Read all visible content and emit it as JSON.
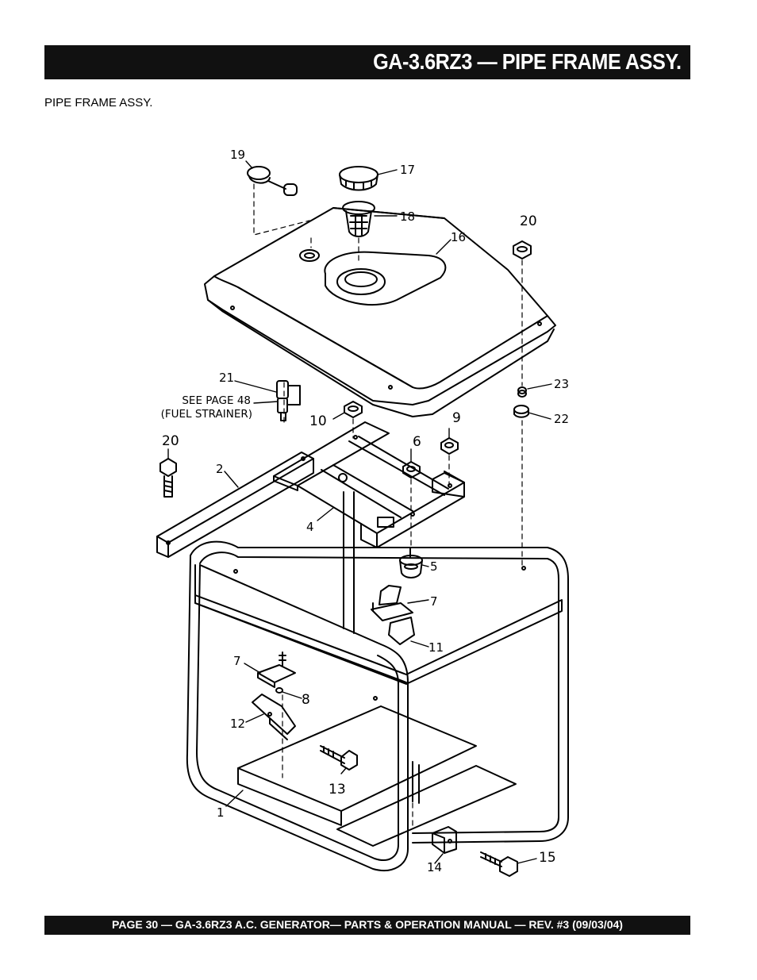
{
  "header": {
    "title": "GA-3.6RZ3 — PIPE FRAME ASSY."
  },
  "subtitle": "PIPE FRAME ASSY.",
  "footer": {
    "text": "PAGE 30 — GA-3.6RZ3 A.C. GENERATOR— PARTS & OPERATION MANUAL — REV. #3 (09/03/04)"
  },
  "callouts": {
    "c1": "1",
    "c2": "2",
    "c4": "4",
    "c5": "5",
    "c6": "6",
    "c7a": "7",
    "c7b": "7",
    "c8": "8",
    "c9": "9",
    "c10": "10",
    "c11": "11",
    "c12": "12",
    "c13": "13",
    "c14": "14",
    "c15": "15",
    "c16": "16",
    "c17": "17",
    "c18": "18",
    "c19": "19",
    "c20a": "20",
    "c20b": "20",
    "c21": "21",
    "c22": "22",
    "c23": "23"
  },
  "note": {
    "line1": "SEE PAGE 48",
    "line2": "(FUEL STRAINER)"
  }
}
